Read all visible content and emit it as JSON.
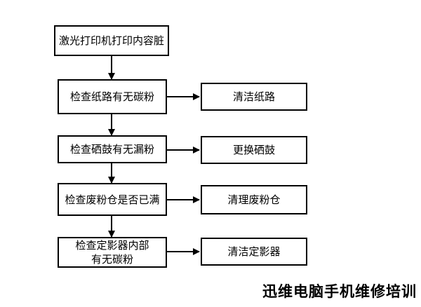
{
  "flowchart": {
    "start": "激光打印机打印内容脏",
    "steps": [
      {
        "check": "检查纸路有无碳粉",
        "action": "清洁纸路"
      },
      {
        "check": "检查硒鼓有无漏粉",
        "action": "更换硒鼓"
      },
      {
        "check": "检查废粉仓是否已满",
        "action": "清理废粉仓"
      },
      {
        "check": "检查定影器内部\n有无碳粉",
        "action": "清洁定影器"
      }
    ]
  },
  "watermark": "迅维电脑手机维修培训"
}
